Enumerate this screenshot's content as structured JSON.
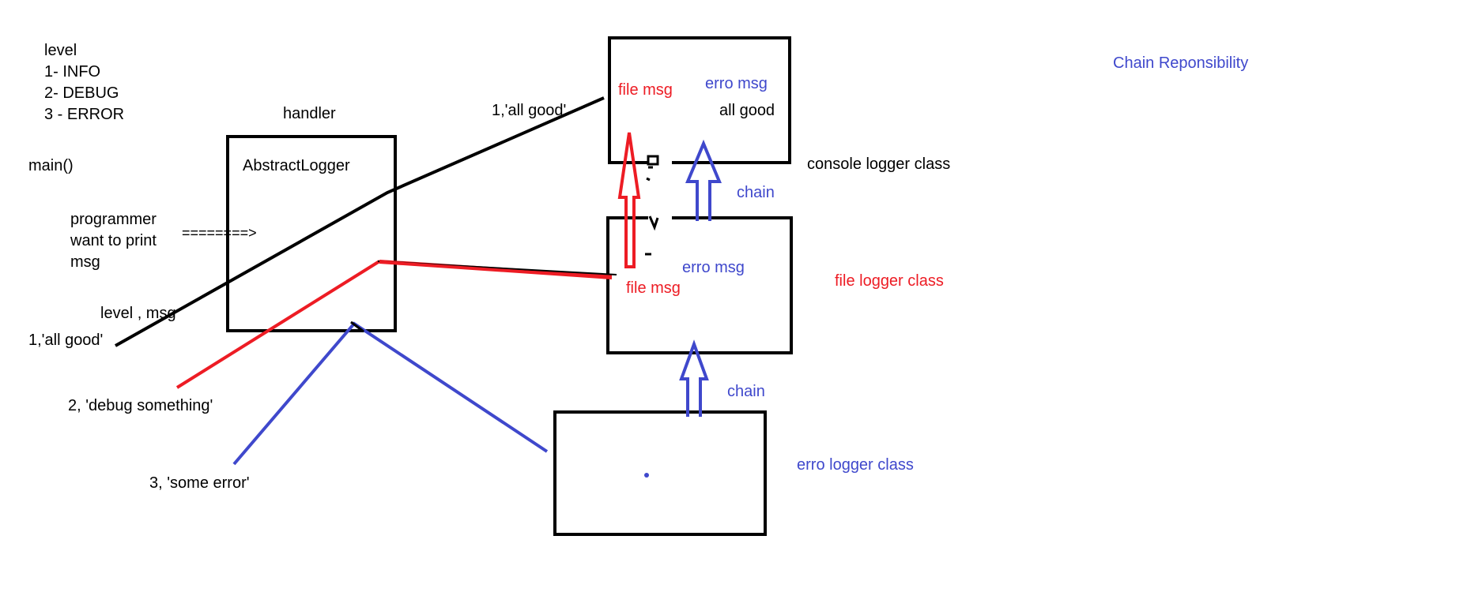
{
  "colors": {
    "black": "#000000",
    "red": "#ed1c24",
    "blue": "#3f48cc"
  },
  "labels": {
    "level": "level",
    "info": "1- INFO",
    "debug": "2- DEBUG",
    "error": "3 - ERROR",
    "main": "main()",
    "programmer_1": "programmer",
    "programmer_2": "want to print",
    "programmer_3": "msg",
    "arrow_text": "========>",
    "level_msg": "level , msg",
    "handler": "handler",
    "abstract_logger": "AbstractLogger",
    "all_good_top": "1,'all good'",
    "all_good_left": "1,'all good'",
    "debug_something": "2, 'debug something'",
    "some_error": "3, 'some error'",
    "console_file_msg": "file msg",
    "console_erro_msg": "erro msg",
    "console_all_good": "all good",
    "console_logger_class": "console logger class",
    "chain_upper": "chain",
    "file_erro_msg": "erro msg",
    "file_file_msg": "file msg",
    "file_logger_class": "file logger class",
    "chain_lower": "chain",
    "erro_logger_class": "erro logger class",
    "title": "Chain Reponsibility"
  }
}
